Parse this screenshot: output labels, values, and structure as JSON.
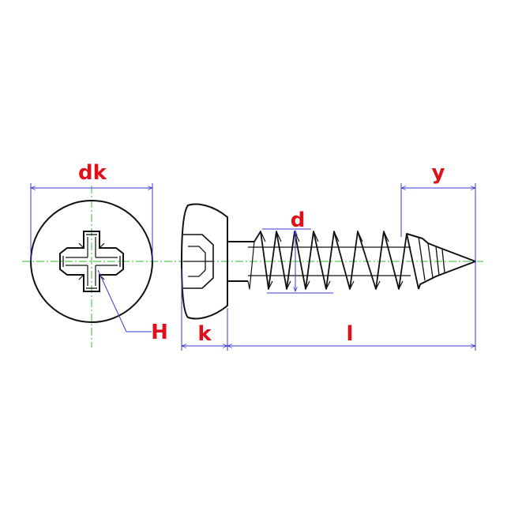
{
  "labels": {
    "dk": "dk",
    "y": "y",
    "d": "d",
    "H": "H",
    "k": "k",
    "l": "l"
  },
  "colors": {
    "outline": "#111111",
    "dimension": "#3a3ad0",
    "centerline": "#2fbf2f",
    "label": "#e0101a"
  }
}
